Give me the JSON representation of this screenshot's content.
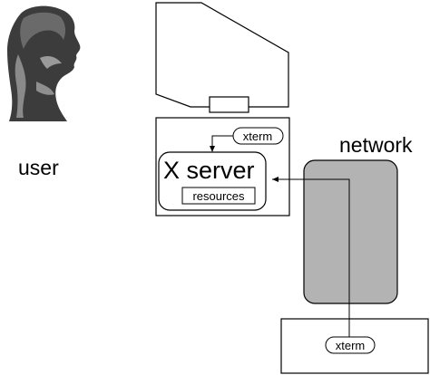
{
  "labels": {
    "user": "user",
    "network": "network",
    "x_server": "X server",
    "resources": "resources",
    "xterm_local": "xterm",
    "xterm_remote": "xterm"
  },
  "icons": {
    "user": "roman-bust-icon"
  },
  "colors": {
    "network": "#b3b3b3",
    "stroke": "#000000",
    "background": "#ffffff"
  }
}
